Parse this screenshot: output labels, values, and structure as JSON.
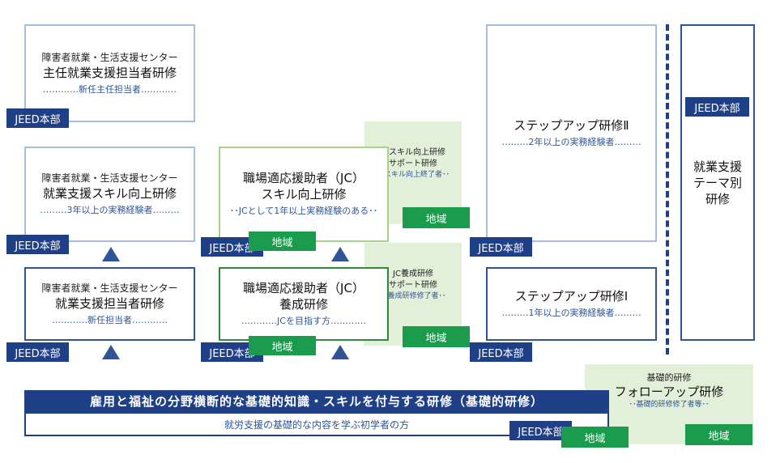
{
  "boxes": {
    "mgr": {
      "line1": "障害者就業・生活支援センター",
      "line2": "主任就業支援担当者研修",
      "note": "…………新任主任担当者…………"
    },
    "skill": {
      "line1": "障害者就業・生活支援センター",
      "line2": "就業支援スキル向上研修",
      "note": "………3年以上の実務経験者………"
    },
    "basic": {
      "line1": "障害者就業・生活支援センター",
      "line2": "就業支援担当者研修",
      "note": "…………新任担当者…………"
    },
    "jc_skill": {
      "line1": "職場適応援助者（JC）",
      "line2": "スキル向上研修",
      "note": "･･JCとして1年以上実務経験のある･･"
    },
    "jc_train": {
      "line1": "職場適応援助者（JC）",
      "line2": "養成研修",
      "note": "…………JCを目指す方…………"
    },
    "step2": {
      "line1": "ステップアップ研修Ⅱ",
      "note": "………2年以上の実務経験者………"
    },
    "step1": {
      "line1": "ステップアップ研修Ⅰ",
      "note": "………1年以上の実務経験者………"
    },
    "theme": {
      "lines": [
        "就業支援",
        "テーマ別",
        "研修"
      ]
    }
  },
  "support": {
    "jc_skill_support": {
      "line1": "JCスキル向上研修",
      "line2": "サポート研修",
      "note": "･･スキル向上終了者･･"
    },
    "jc_train_support": {
      "line1": "JC養成研修",
      "line2": "サポート研修",
      "note": "･･養成研修修了者･･"
    },
    "followup": {
      "line1": "基礎的研修",
      "line2": "フォローアップ研修",
      "note": "･･基礎的研修修了者等･･"
    }
  },
  "tags": {
    "jeed": "JEED本部",
    "region": "地域"
  },
  "banner": {
    "title": "雇用と福祉の分野横断的な基礎的知識・スキルを付与する研修（基礎的研修）",
    "subtitle": "就労支援の基礎的な内容を学ぶ初学者の方"
  }
}
